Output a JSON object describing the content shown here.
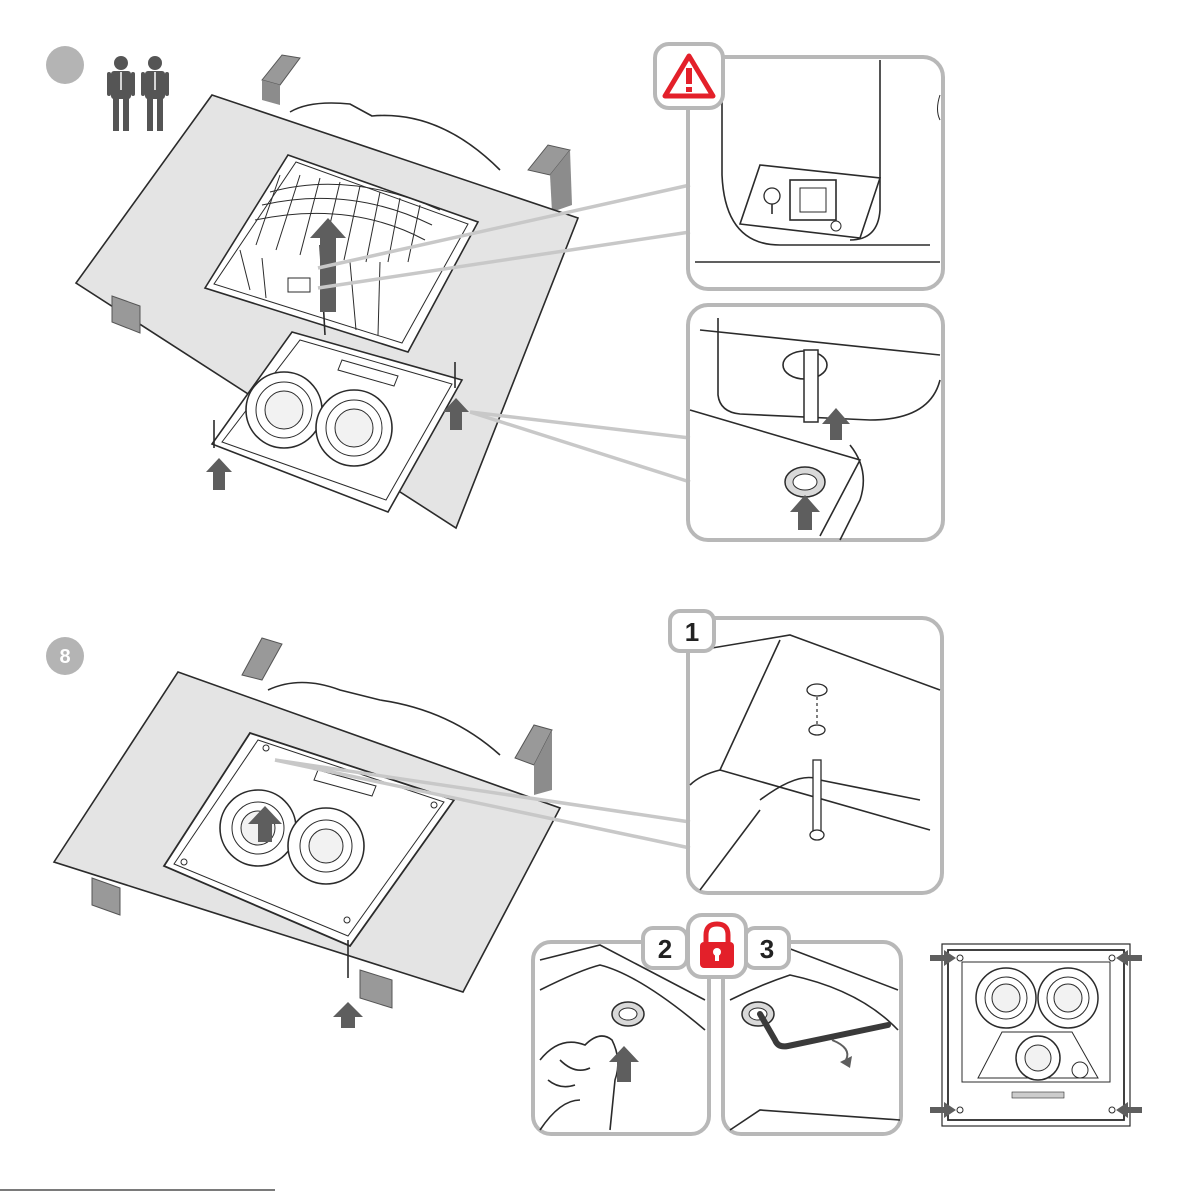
{
  "steps": [
    {
      "number": "",
      "people_icon": "two-person-icon"
    },
    {
      "number": "8"
    }
  ],
  "callouts": {
    "detail_1": "1",
    "detail_2": "2",
    "detail_3": "3"
  },
  "icons": {
    "warning": "warning-triangle-icon",
    "lock": "padlock-icon",
    "arrow": "up-arrow-icon"
  },
  "colors": {
    "badge_grey": "#b4b4b4",
    "warning_red": "#e3202a",
    "panel_border": "#b8b8b8",
    "arrow_grey": "#5e5e5e",
    "ceiling_fill": "#e4e4e4"
  }
}
